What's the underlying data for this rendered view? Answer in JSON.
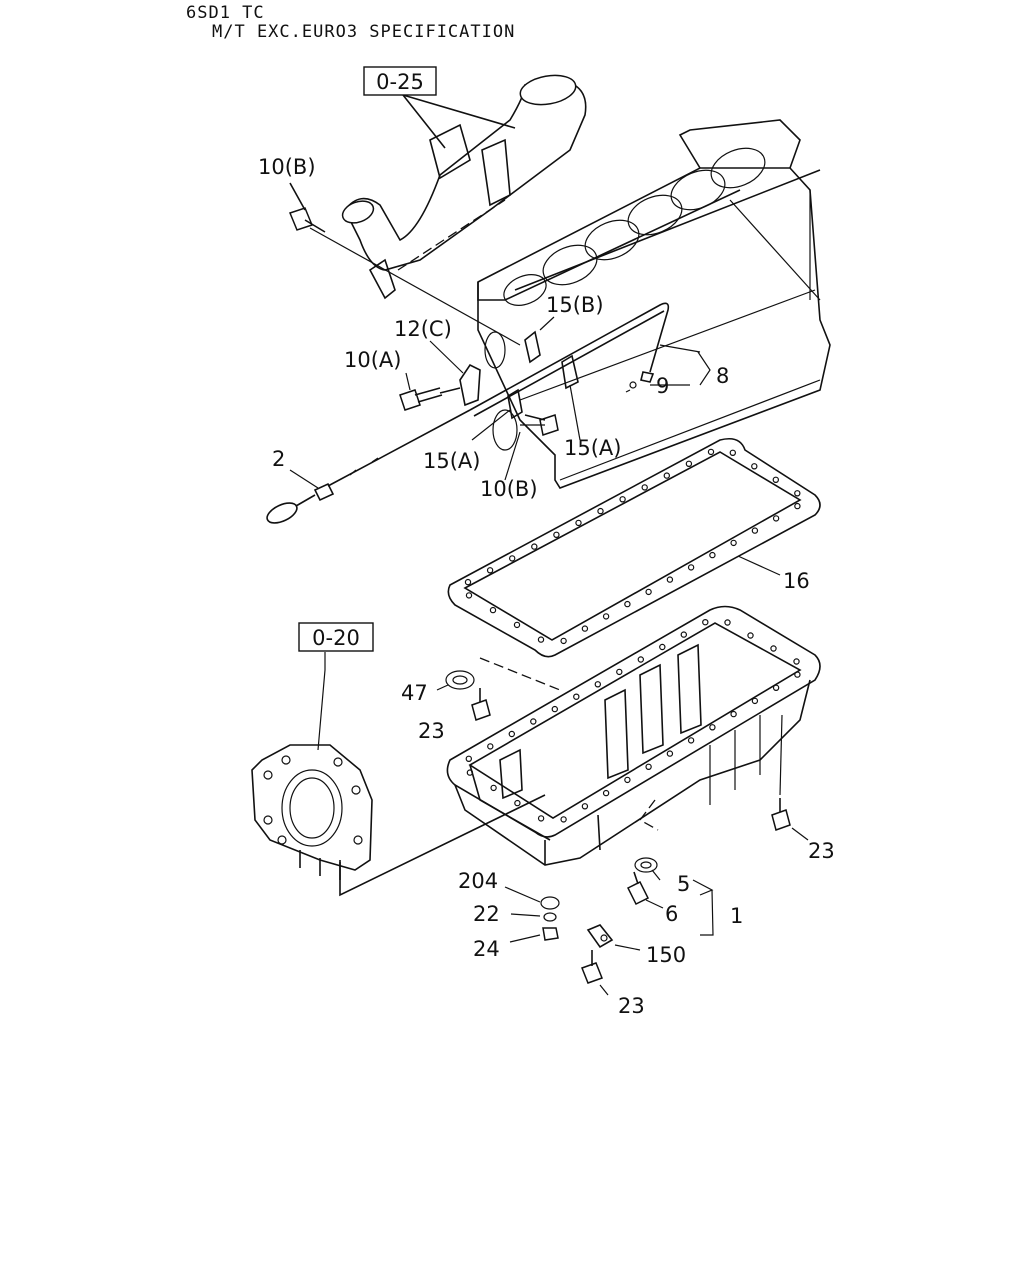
{
  "header": {
    "line1": "6SD1 TC",
    "line2": "M/T EXC.EURO3 SPECIFICATION"
  },
  "refs": {
    "ref_025": "0-25",
    "ref_020": "0-20"
  },
  "callouts": {
    "c10b_top": "10(B)",
    "c15b": "15(B)",
    "c12c": "12(C)",
    "c10a": "10(A)",
    "c8": "8",
    "c9": "9",
    "c2": "2",
    "c15a_left": "15(A)",
    "c15a_right": "15(A)",
    "c10b_bottom": "10(B)",
    "c16": "16",
    "c47": "47",
    "c23_left": "23",
    "c23_right": "23",
    "c23_bottom": "23",
    "c204": "204",
    "c22": "22",
    "c24": "24",
    "c5": "5",
    "c6": "6",
    "c1": "1",
    "c150": "150"
  }
}
